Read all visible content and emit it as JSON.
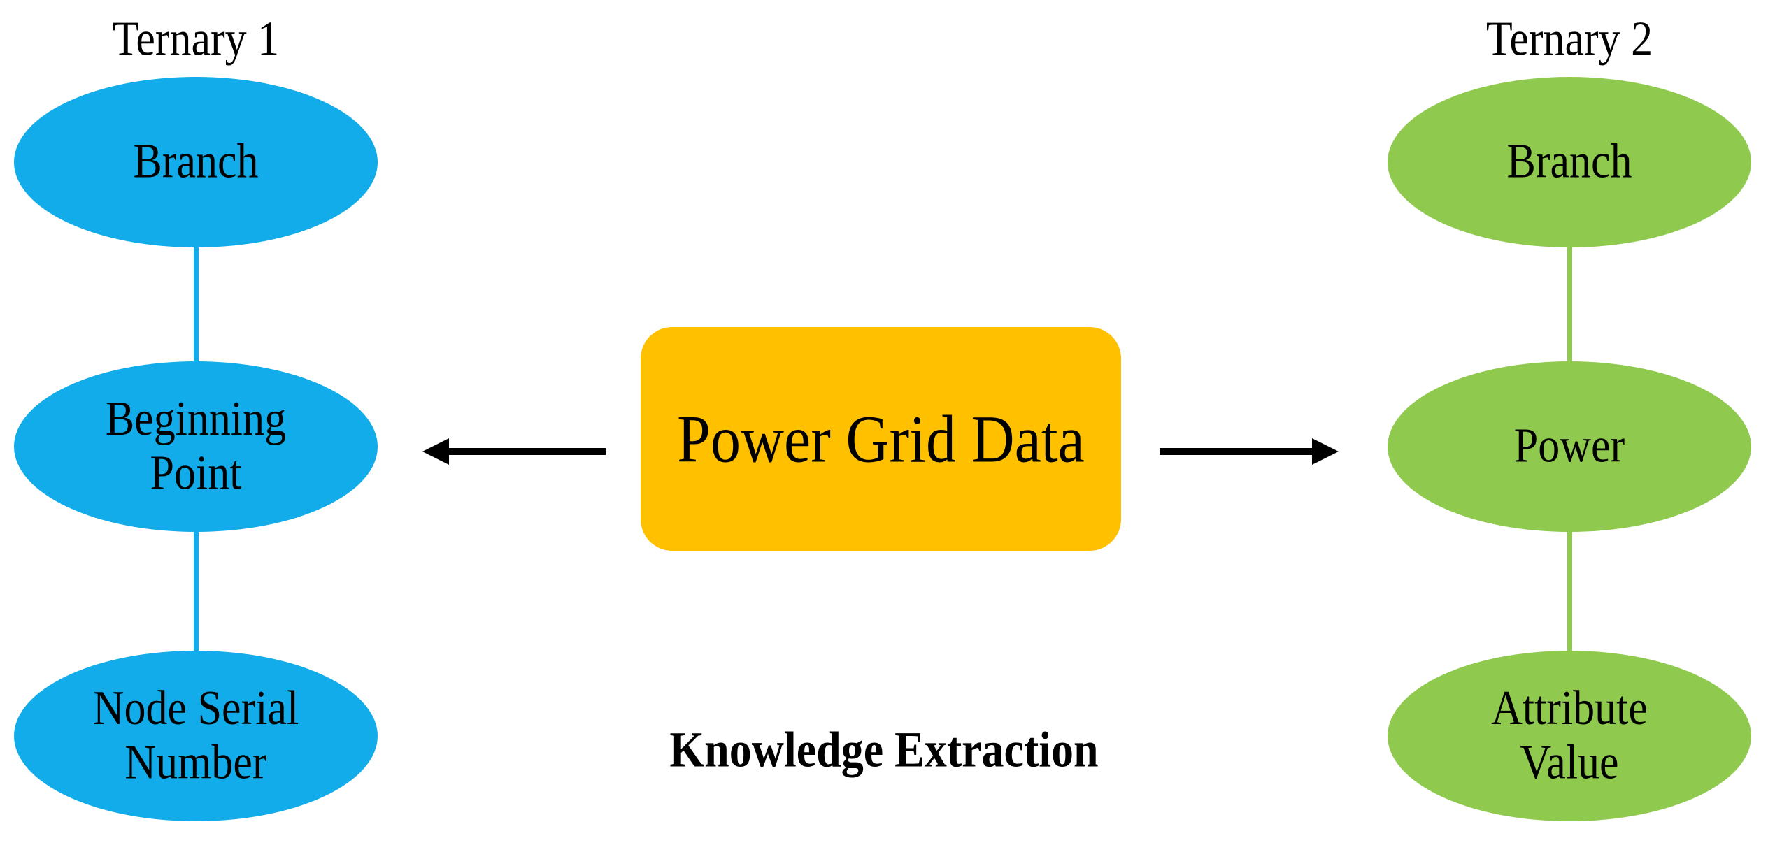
{
  "left_group": {
    "title": "Ternary 1",
    "color": "#11ACE9",
    "nodes": [
      {
        "label": "Branch"
      },
      {
        "label": "Beginning Point"
      },
      {
        "label": "Node Serial Number"
      }
    ]
  },
  "right_group": {
    "title": "Ternary 2",
    "color": "#8FCA4F",
    "nodes": [
      {
        "label": "Branch"
      },
      {
        "label": "Power"
      },
      {
        "label": "Attribute Value"
      }
    ]
  },
  "center": {
    "box_label": "Power Grid Data",
    "box_color": "#FFC000",
    "caption": "Knowledge Extraction",
    "arrow_color": "#000000",
    "background_color": "#FFFFFF",
    "text_color": "#000000"
  }
}
